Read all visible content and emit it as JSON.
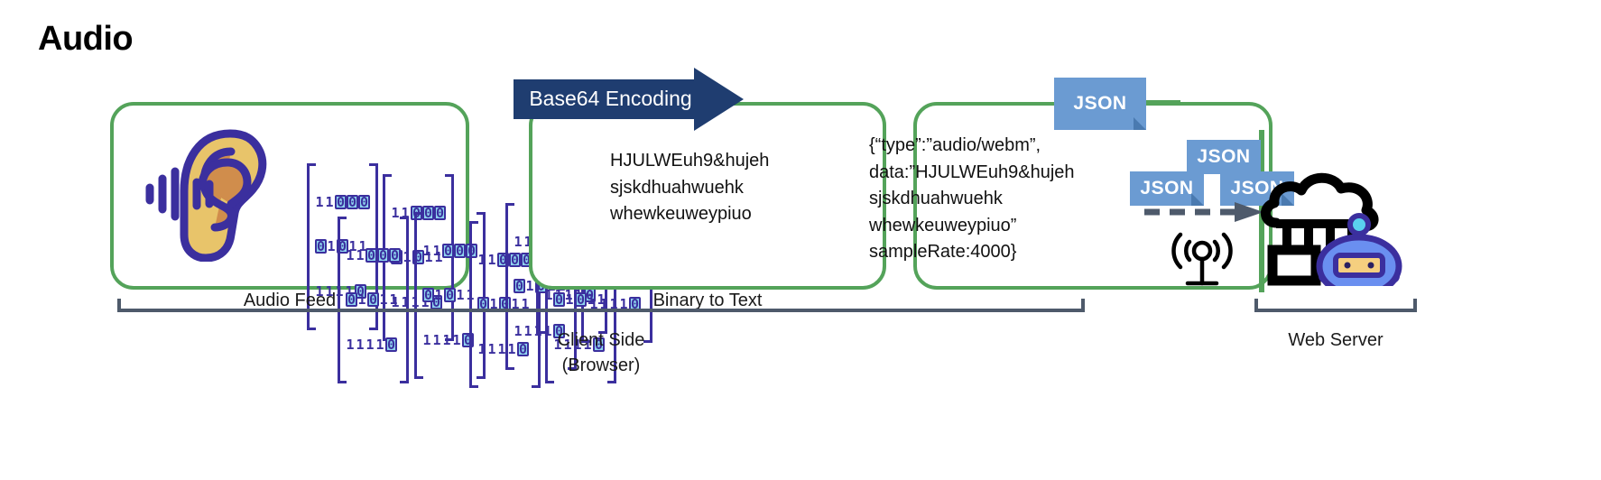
{
  "title": "Audio",
  "colors": {
    "panel_border": "#54a35a",
    "arrow_navy": "#1f3d70",
    "json_blue": "#6b9bd2",
    "binary_purple": "#3b2f9e",
    "binary_zero_fill": "#8fd4ef",
    "bracket_gray": "#4e5a6b",
    "ear_outer": "#e8c46a",
    "ear_inner": "#d08d4c",
    "robot_blue": "#6a8ff0",
    "robot_outline": "#3b2f9e",
    "robot_mouth": "#f5cf7f"
  },
  "panels": [
    {
      "id": "audio",
      "caption": "Audio Feed",
      "icon": "ear-icon"
    },
    {
      "id": "binary",
      "caption": "Binary to Text",
      "text": "HJULWEuh9&hujeh\nsjskdhuahwuehk\nwhewkeuweypiuo"
    },
    {
      "id": "json",
      "caption": "",
      "text": "{“type”:”audio/webm”,\ndata:”HJULWEuh9&hujeh\nsjskdhuahwuehk\nwhewkeuweypiuo”\nsampleRate:4000}"
    }
  ],
  "arrow": {
    "label": "Base64 Encoding"
  },
  "binary_block": {
    "rows": [
      "11000",
      "01011",
      "11110"
    ],
    "highlight_digit": "0"
  },
  "binary_clusters": [
    {
      "group": "audio-panel",
      "count": 5
    },
    {
      "group": "between-panels",
      "count": 2
    },
    {
      "group": "binary-panel",
      "count": 4
    }
  ],
  "json_tags": {
    "main": "JSON",
    "top": "JSON",
    "left": "JSON",
    "right": "JSON"
  },
  "icons": {
    "antenna": "antenna-broadcast-icon",
    "server": "cloud-server-robot-icon",
    "dashed_arrow": "dashed-arrow-right-icon"
  },
  "brackets": {
    "client_label": "Client Side\n(Browser)",
    "server_label": "Web Server"
  }
}
